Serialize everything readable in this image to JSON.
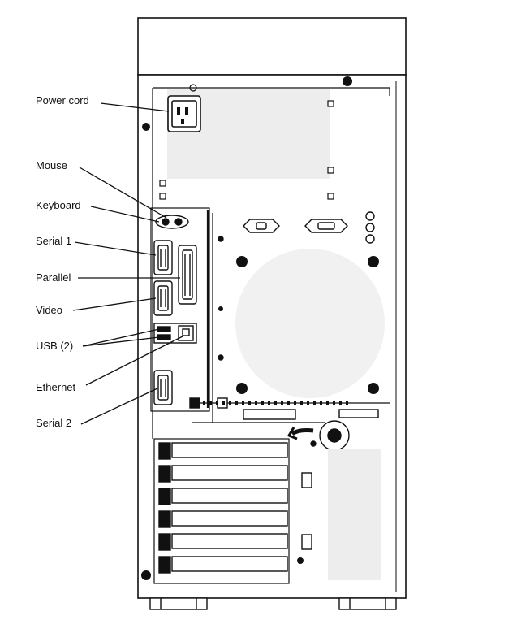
{
  "labels": {
    "power_cord": "Power cord",
    "mouse": "Mouse",
    "keyboard": "Keyboard",
    "serial1": "Serial 1",
    "parallel": "Parallel",
    "video": "Video",
    "usb": "USB (2)",
    "ethernet": "Ethernet",
    "serial2": "Serial 2"
  },
  "colors": {
    "line": "#111111",
    "panel_shade": "#ededed",
    "fan_shade": "#f1f1f1",
    "background": "#ffffff"
  }
}
